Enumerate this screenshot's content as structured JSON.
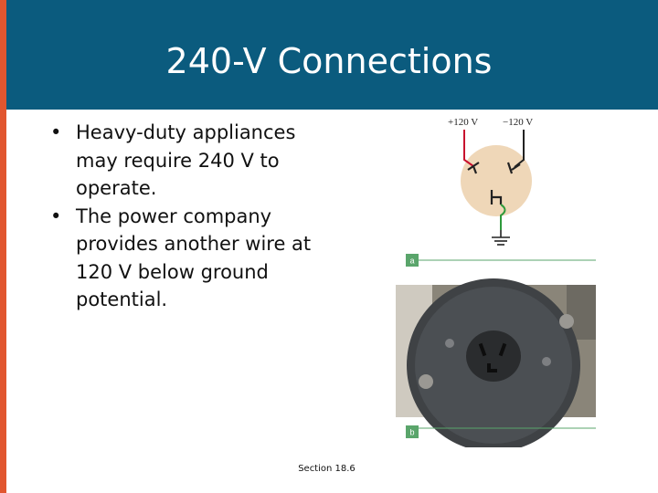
{
  "slide": {
    "title": "240-V Connections",
    "bullets": [
      "Heavy-duty appliances may require 240 V to operate.",
      "The power company provides another wire at 120 V below ground potential."
    ],
    "footer": "Section 18.6"
  },
  "figure": {
    "label_plus": "+120 V",
    "label_minus": "−120 V",
    "tag_a": "a",
    "tag_b": "b"
  },
  "colors": {
    "title_bar": "#0b5b7e",
    "accent": "#e1562f",
    "wire_red": "#c8102e",
    "wire_green": "#2e9a3b",
    "tag_green": "#5aa56b"
  }
}
